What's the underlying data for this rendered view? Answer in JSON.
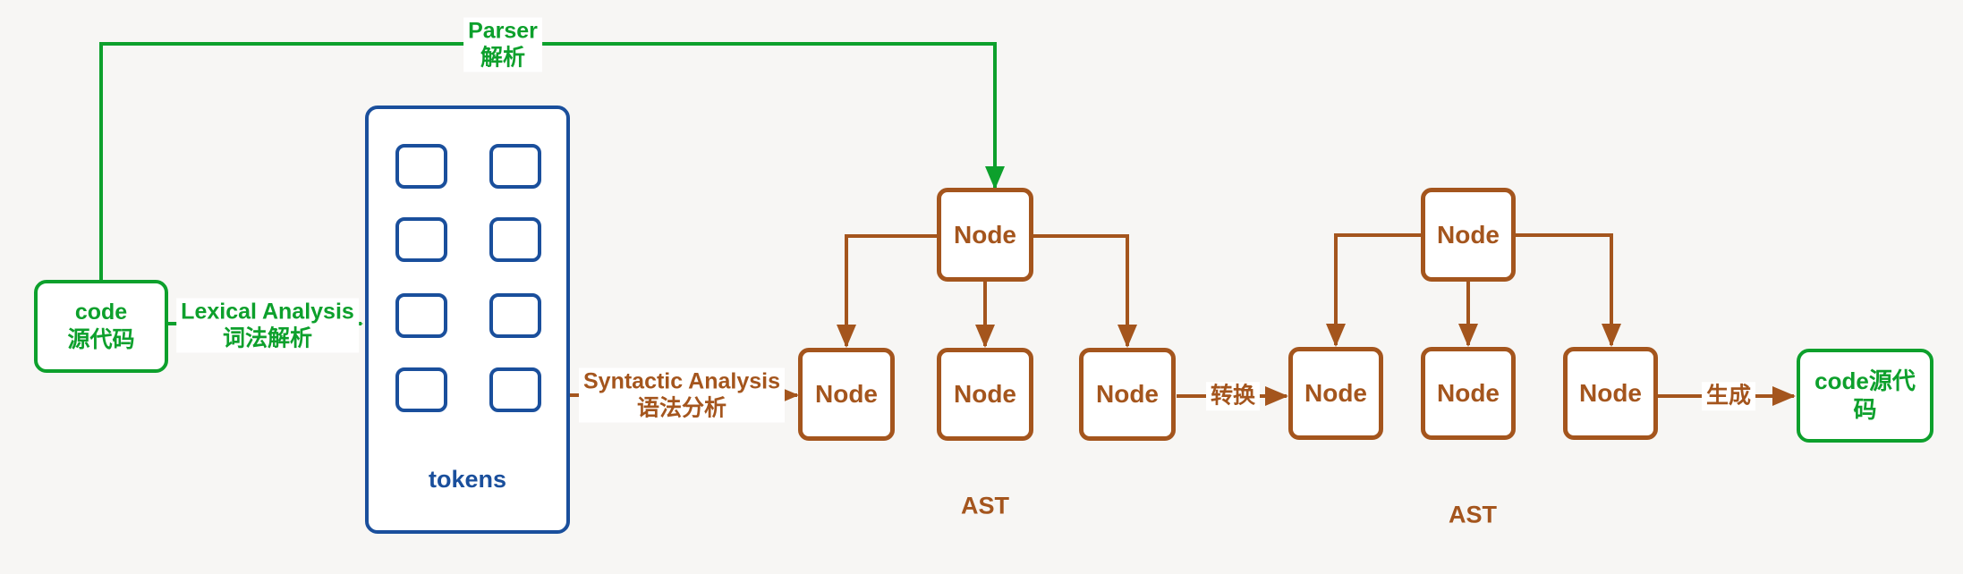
{
  "colors": {
    "green": "#0da02c",
    "blue": "#1a4f9c",
    "brown": "#a4551d",
    "background": "#f7f6f4",
    "box_fill": "#ffffff"
  },
  "source_box": {
    "line1": "code",
    "line2": "源代码"
  },
  "tokens_box": {
    "label": "tokens"
  },
  "node_label": "Node",
  "output_box": {
    "label": "code源代码"
  },
  "edges": {
    "parser": {
      "line1": "Parser",
      "line2": "解析"
    },
    "lexical": {
      "line1": "Lexical Analysis",
      "line2": "词法解析"
    },
    "syntactic": {
      "line1": "Syntactic Analysis",
      "line2": "语法分析"
    },
    "transform": "转换",
    "generate": "生成"
  },
  "ast_labels": {
    "first": "AST",
    "second": "AST"
  }
}
